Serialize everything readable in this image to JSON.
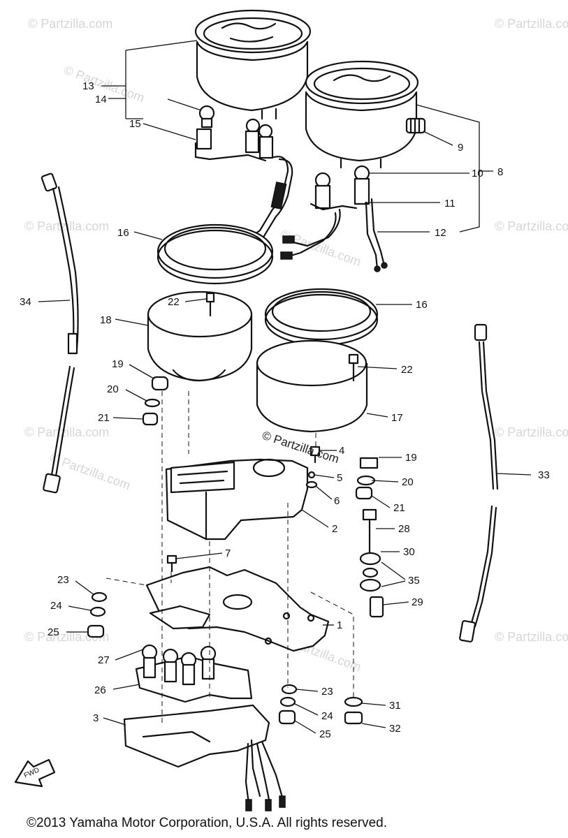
{
  "watermark": {
    "text": "© Partzilla.com"
  },
  "center_mark": {
    "text": "© Partzilla.com"
  },
  "copyright": {
    "text": "©2013 Yamaha Motor Corporation, U.S.A. All rights reserved."
  },
  "fwd_label": "FWD",
  "callouts": {
    "c1": "1",
    "c2": "2",
    "c3": "3",
    "c4": "4",
    "c5": "5",
    "c6": "6",
    "c7": "7",
    "c8": "8",
    "c9": "9",
    "c10": "10",
    "c11": "11",
    "c12": "12",
    "c13": "13",
    "c14": "14",
    "c15": "15",
    "c16a": "16",
    "c16b": "16",
    "c17": "17",
    "c18": "18",
    "c19a": "19",
    "c19b": "19",
    "c20a": "20",
    "c20b": "20",
    "c21a": "21",
    "c21b": "21",
    "c22a": "22",
    "c22b": "22",
    "c23a": "23",
    "c23b": "23",
    "c24a": "24",
    "c24b": "24",
    "c25a": "25",
    "c25b": "25",
    "c26": "26",
    "c27": "27",
    "c28": "28",
    "c29": "29",
    "c30": "30",
    "c31": "31",
    "c32": "32",
    "c33": "33",
    "c34": "34",
    "c35": "35"
  }
}
